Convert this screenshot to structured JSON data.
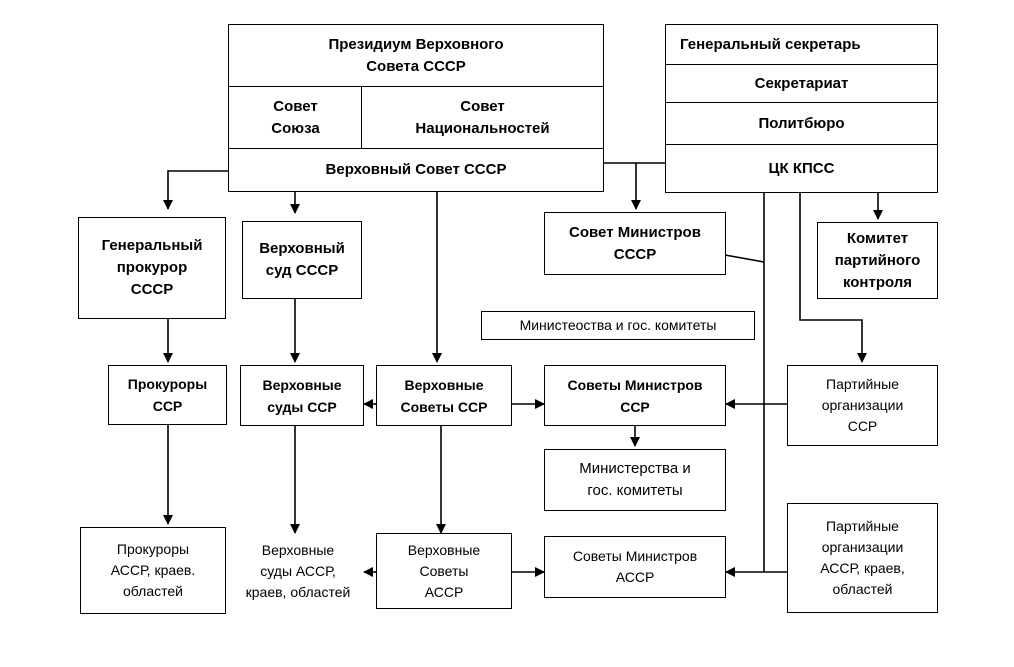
{
  "nodes": {
    "presidium": "Президиум Верховного\nСовета СССР",
    "sovet_soyuza": "Совет\nСоюза",
    "sovet_nats": "Совет\nНациональностей",
    "verkh_sovet": "Верховный Совет СССР",
    "gensek": "Генеральный секретарь",
    "sekretariat": "Секретариат",
    "politburo": "Политбюро",
    "ck_kpss": "ЦК КПСС",
    "gen_prokuror": "Генеральный\nпрокурор\nСССР",
    "verkh_sud": "Верховный\nсуд СССР",
    "sovet_ministrov": "Совет Министров\nСССР",
    "komitet_pk": "Комитет\nпартийного\nконтроля",
    "ministerstva_label": "Министеоства и  гос. комитеты",
    "prokurory_ssr": "Прокуроры\nССР",
    "verkh_sudy_ssr": "Верховные\nсуды ССР",
    "verkh_sovety_ssr": "Верховные\nСоветы ССР",
    "sovety_min_ssr": "Советы Министров\nССР",
    "part_org_ssr": "Партийные\nорганизации\nССР",
    "ministerstva": "Министерства и\nгос. комитеты",
    "prokurory_assr": "Прокуроры\nАССР, краев.\nобластей",
    "verkh_sudy_assr": "Верховные\nсуды АССР,\nкраев, областей",
    "verkh_sovety_assr": "Верховные\nСоветы\nАССР",
    "sovety_min_assr": "Советы Министров\nАССР",
    "part_org_assr": "Партийные\nорганизации\nАССР, краев,\nобластей"
  },
  "colors": {
    "line": "#000000",
    "background": "#ffffff"
  }
}
